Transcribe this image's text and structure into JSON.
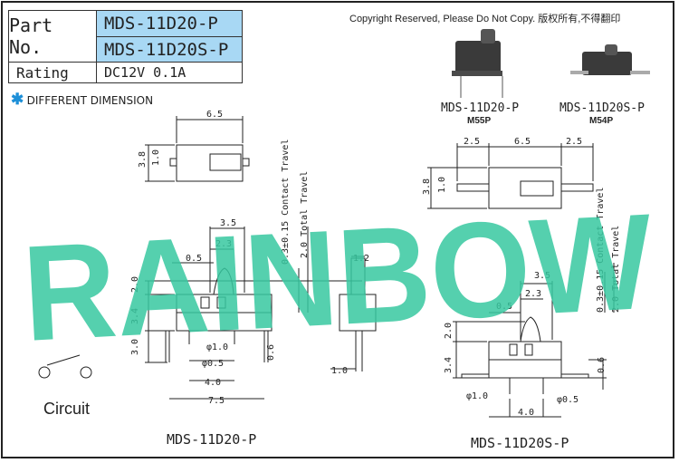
{
  "spec_table": {
    "part_no_label": "Part No.",
    "part_numbers": [
      "MDS-11D20-P",
      "MDS-11D20S-P"
    ],
    "rating_label": "Rating",
    "rating_value": "DC12V 0.1A"
  },
  "copyright": "Copyright Reserved, Please Do Not Copy. 版权所有,不得翻印",
  "different_dimension": {
    "mark": "✱",
    "text": "DIFFERENT DIMENSION"
  },
  "watermark": "RAINBOW",
  "circuit_label": "Circuit",
  "products": [
    {
      "name": "MDS-11D20-P",
      "code": "M55P"
    },
    {
      "name": "MDS-11D20S-P",
      "code": "M54P"
    }
  ],
  "drawing_titles": [
    "MDS-11D20-P",
    "MDS-11D20S-P"
  ],
  "dims": {
    "top_width": "6.5",
    "top_height": "3.8",
    "top_small": "1.0",
    "front_35": "3.5",
    "front_23": "2.3",
    "front_05": "0.5",
    "front_20": "2.0",
    "front_34": "3.4",
    "front_30": "3.0",
    "front_phi10": "φ1.0",
    "front_phi05": "φ0.5",
    "front_40": "4.0",
    "front_75": "7.5",
    "side_12": "1.2",
    "side_06": "0.6",
    "side_10": "1.0",
    "contact_travel": "0.3±0.15 Contact Travel",
    "total_travel": "2.0 Total Travel",
    "smd_left": "2.5",
    "smd_mid": "6.5",
    "smd_right": "2.5",
    "smd_38": "3.8",
    "smd_10": "1.0",
    "smd_35": "3.5",
    "smd_23": "2.3",
    "smd_05": "0.5",
    "smd_20": "2.0",
    "smd_34": "3.4",
    "smd_06": "0.6",
    "smd_phi10": "φ1.0",
    "smd_phi05": "φ0.5",
    "smd_40": "4.0"
  }
}
